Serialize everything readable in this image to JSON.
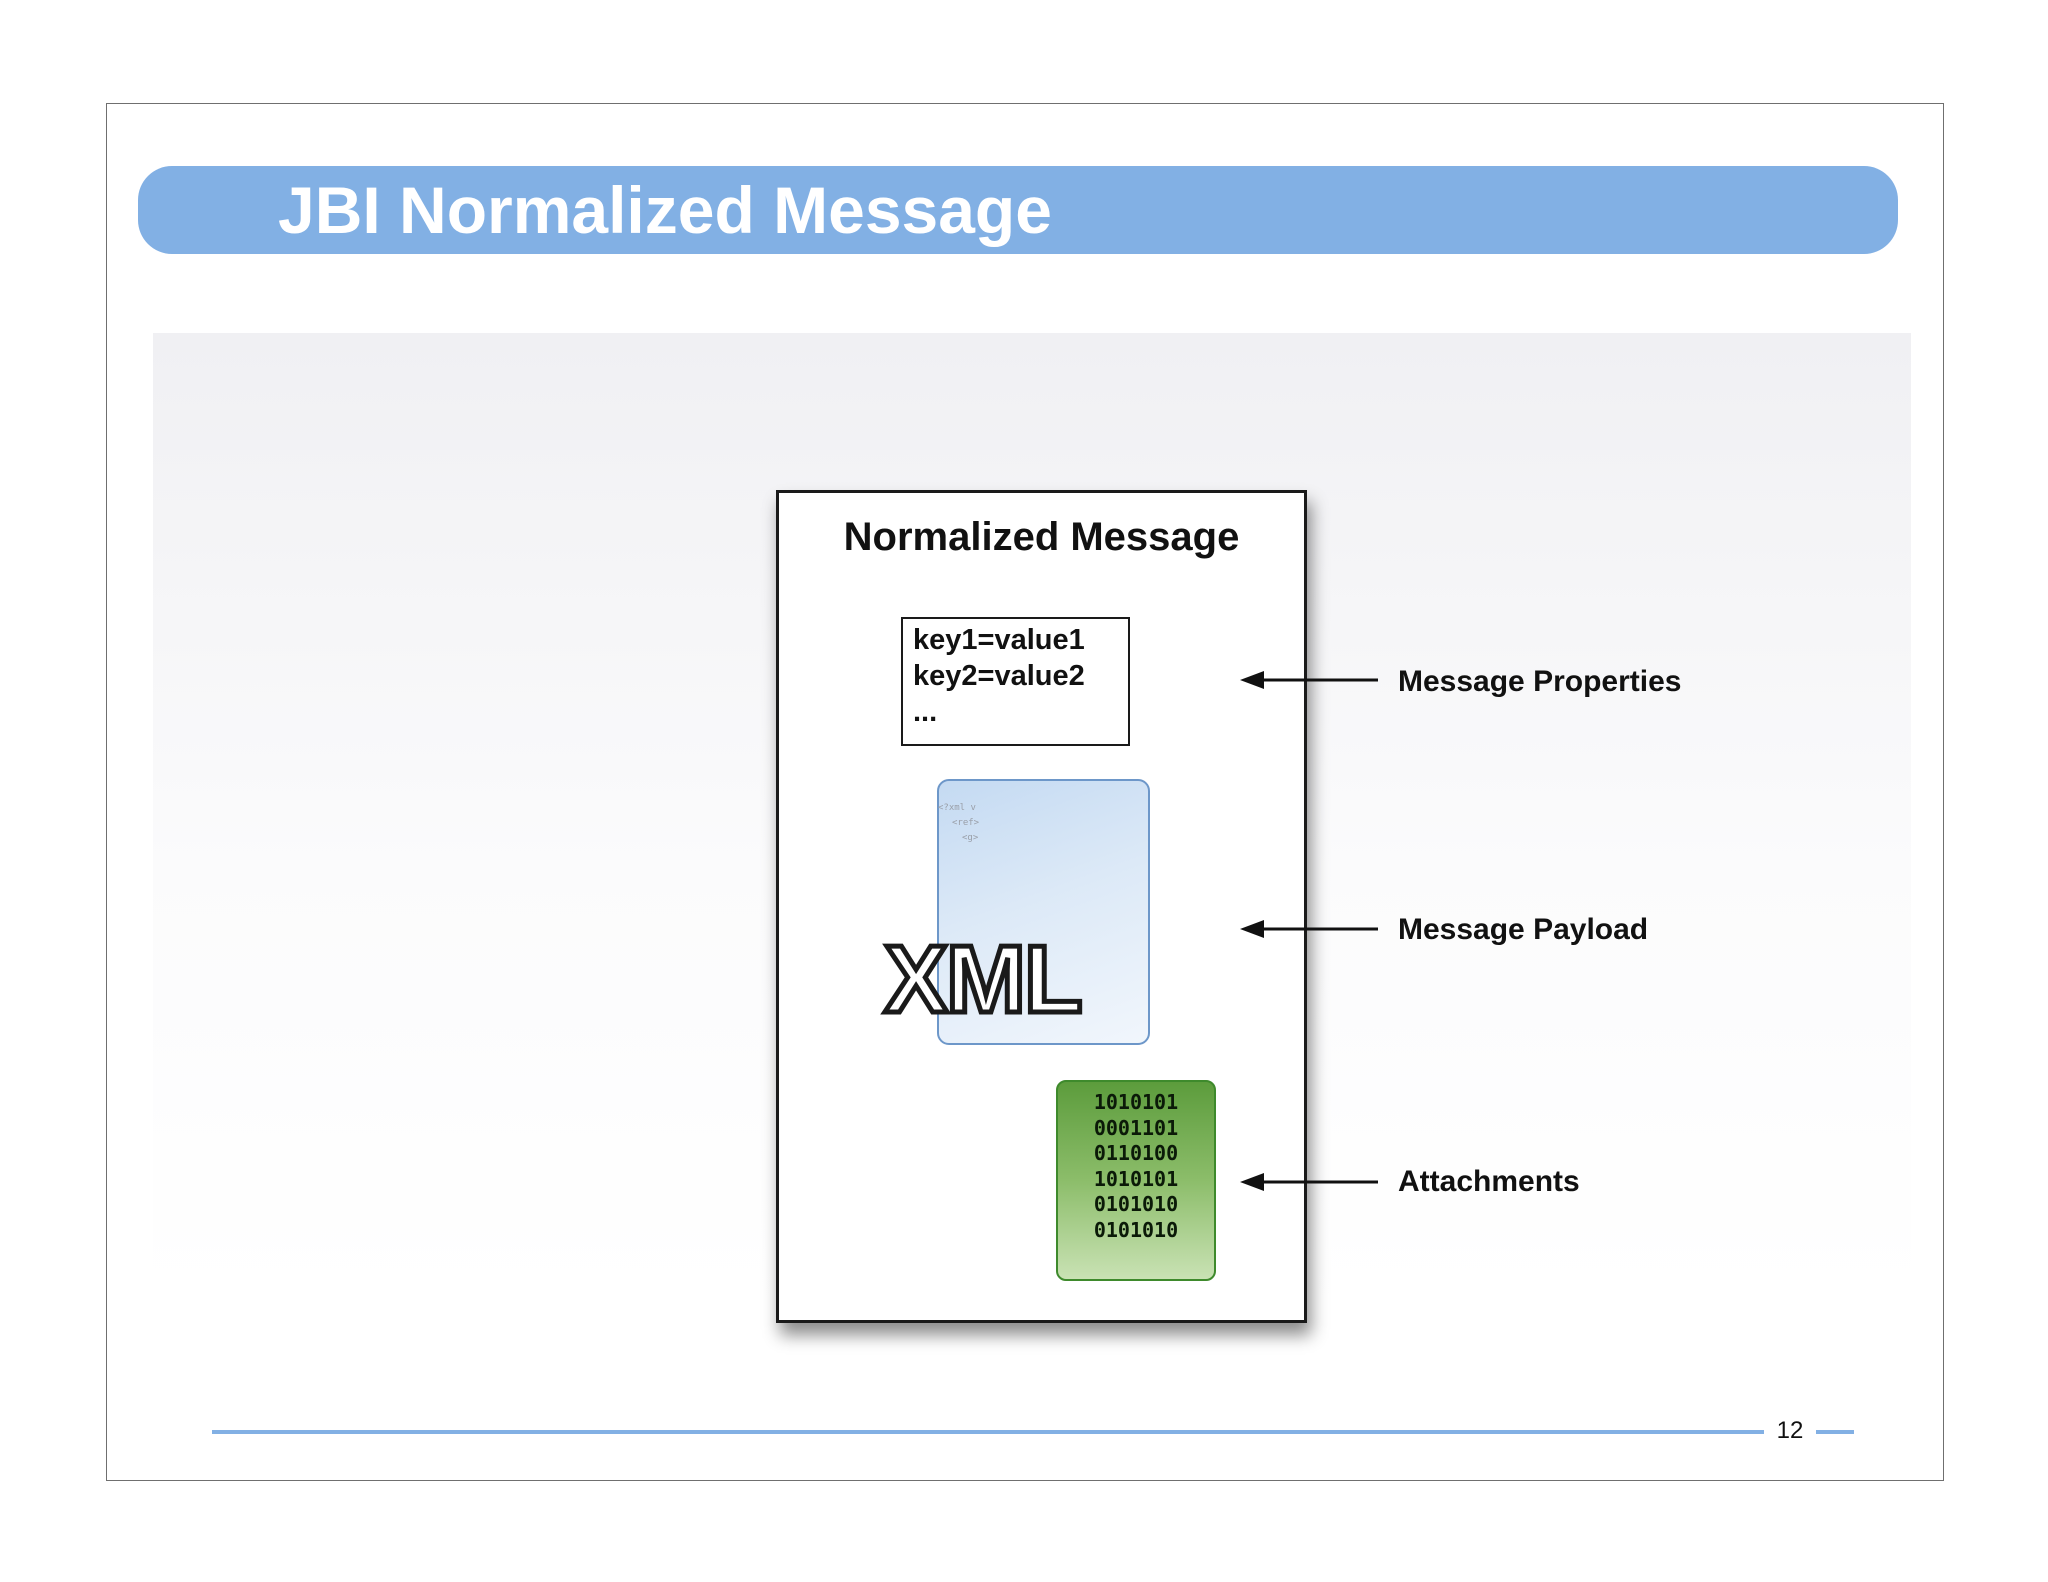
{
  "slide": {
    "title": "JBI Normalized Message",
    "page_number": "12"
  },
  "diagram": {
    "container_title": "Normalized Message",
    "properties_lines": [
      "key1=value1",
      "key2=value2",
      "..."
    ],
    "payload": {
      "label": "XML",
      "snippet_lines": [
        "<?xml v",
        "<ref>",
        "<g>"
      ]
    },
    "attachment_lines": [
      "1010101",
      "0001101",
      "0110100",
      "1010101",
      "0101010",
      "0101010"
    ],
    "callouts": [
      "Message Properties",
      "Message Payload",
      "Attachments"
    ]
  },
  "colors": {
    "title_bar": "#82b0e4",
    "payload_fill": "#c4daf2",
    "attachment_fill": "#5c9c3c"
  }
}
